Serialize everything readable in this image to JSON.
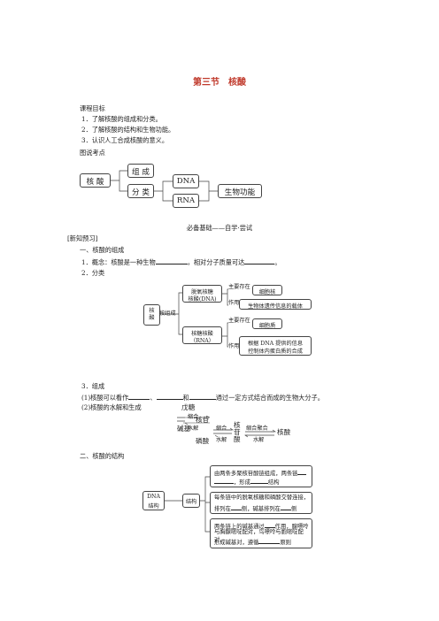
{
  "title": "第三节　核酸",
  "goals": {
    "heading": "课程目标",
    "items": [
      "1．了解核酸的组成和分类。",
      "2．了解核酸的结构和生物功能。",
      "3．认识人工合成核酸的意义。"
    ]
  },
  "map": {
    "heading": "图说考点",
    "root": "核 酸",
    "comp": "组 成",
    "cls": "分 类",
    "dna": "DNA",
    "rna": "RNA",
    "func": "生物功能"
  },
  "section_banner": "必备基础——自学·尝试",
  "preview": "[新知预习]",
  "s1": {
    "heading": "一、核酸的组成",
    "concept_a": "1．概念：核酸是一种生物",
    "concept_b": "，相对分子质量可达",
    "concept_c": "。",
    "cls_label": "2．分类"
  },
  "tree": {
    "root": "核\n酸",
    "by": "按组成",
    "dna_l1": "脱氧核糖",
    "dna_l2": "核酸(DNA)",
    "rna_l1": "核糖核酸",
    "rna_l2": "（RNA）",
    "where": "主要存在",
    "role": "作用",
    "dna_loc": "细胞核",
    "dna_role": "生物体遗传信息的载体",
    "rna_loc": "细胞质",
    "rna_role_1": "根据 DNA 提供的信息",
    "rna_role_2": "控制体内蛋白质的合成"
  },
  "s3": {
    "heading": "3．组成",
    "line1_a": "(1)核酸可以看作",
    "line1_b": "、",
    "line1_c": "和",
    "line1_d": "通过一定方式结合而成的生物大分子。",
    "line2": "(2)核酸的水解和生成"
  },
  "hydro": {
    "sugar": "戊糖",
    "base": "碱基",
    "nucleoside": "核苷",
    "phosphate": "磷酸",
    "nucleotide_1": "核",
    "nucleotide_2": "苷",
    "nucleotide_3": "酸",
    "acid": "核酸",
    "condense": "缩合",
    "hydrolyze": "水解",
    "condense2": "缩合聚合"
  },
  "s2": {
    "heading": "二、核酸的结构",
    "root_1": "DNA",
    "root_2": "结构",
    "branch": "结构",
    "c1_a": "由两条多聚核苷酸链组成，两条链",
    "c1_b": "，形成",
    "c1_c": "结构",
    "c2_a": "每条链中的脱氧核糖和磷酸交替连接，",
    "c2_b": "排列在",
    "c2_c": "侧，碱基排列在",
    "c2_d": "侧",
    "c3_a": "两条链上的碱基通过",
    "c3_b": "作用，腺嘌呤",
    "c3_c": "与胸腺嘧啶配对，鸟嘌呤与胞嘧啶配对，",
    "c3_d": "形成碱基对，遵循",
    "c3_e": "原则"
  }
}
